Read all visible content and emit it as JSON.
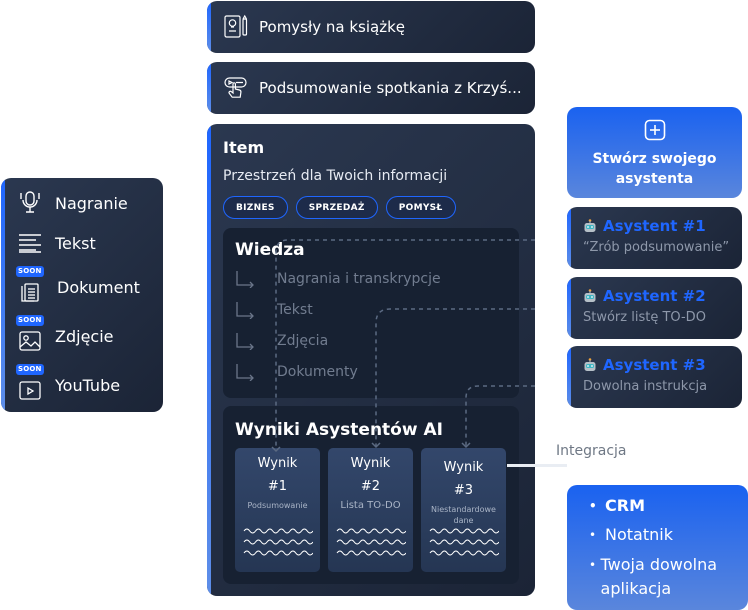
{
  "sources": {
    "items": [
      {
        "label": "Nagranie",
        "icon": "microphone-icon",
        "soon": false
      },
      {
        "label": "Tekst",
        "icon": "text-lines-icon",
        "soon": false
      },
      {
        "label": "Dokument",
        "icon": "document-icon",
        "soon": true
      },
      {
        "label": "Zdjęcie",
        "icon": "image-icon",
        "soon": true
      },
      {
        "label": "YouTube",
        "icon": "video-play-icon",
        "soon": true
      }
    ],
    "soon_badge": "SOON"
  },
  "notes": [
    {
      "label": "Pomysły na książkę",
      "icon": "idea-notebook-icon"
    },
    {
      "label": "Podsumowanie spotkania z Krzyś...",
      "icon": "video-click-icon"
    }
  ],
  "item": {
    "title": "Item",
    "subtitle": "Przestrzeń dla Twoich informacji",
    "tags": [
      "BIZNES",
      "SPRZEDAŻ",
      "POMYSŁ"
    ],
    "knowledge": {
      "title": "Wiedza",
      "items": [
        "Nagrania i transkrypcje",
        "Tekst",
        "Zdjęcia",
        "Dokumenty"
      ]
    },
    "results": {
      "title": "Wyniki Asystentów AI",
      "items": [
        {
          "title": "Wynik",
          "number": "#1",
          "desc": "Podsumowanie"
        },
        {
          "title": "Wynik",
          "number": "#2",
          "desc": "Lista TO-DO"
        },
        {
          "title": "Wynik",
          "number": "#3",
          "desc": "Niestandardowe dane"
        }
      ]
    }
  },
  "create_assistant": {
    "label": "Stwórz swojego asystenta",
    "icon": "plus-square-icon"
  },
  "assistants": [
    {
      "title": "Asystent #1",
      "desc": "“Zrób podsumowanie”",
      "icon": "robot-icon"
    },
    {
      "title": "Asystent #2",
      "desc": "Stwórz listę TO-DO",
      "icon": "robot-icon"
    },
    {
      "title": "Asystent #3",
      "desc": "Dowolna instrukcja",
      "icon": "robot-icon"
    }
  ],
  "integration": {
    "label": "Integracja",
    "items": [
      "CRM",
      "Notatnik",
      "Twoja dowolna aplikacja"
    ]
  },
  "colors": {
    "accent": "#1f66ff",
    "card_dark": "#1b2436",
    "inner_dark": "#172132"
  }
}
